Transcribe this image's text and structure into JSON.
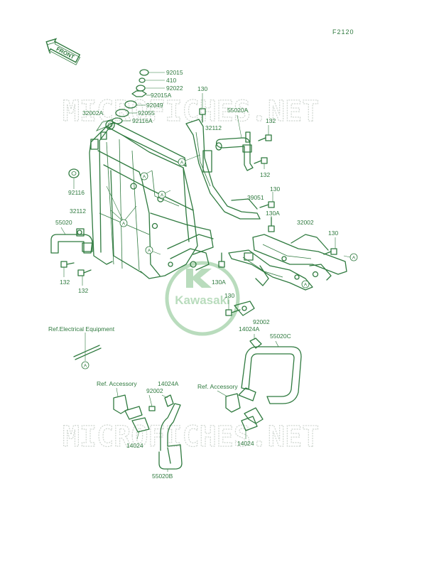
{
  "figure_id": "F2120",
  "front_arrow_label": "FRONT",
  "watermark_text": "MICROFICHES.NET",
  "logo_text": "Kawasaki",
  "colors": {
    "line": "#2f7a3f",
    "watermark": "#cfd6d0",
    "logo_ring": "#b9dcbd"
  },
  "callout_letter": "A",
  "part_labels": {
    "p92015": "92015",
    "p410": "410",
    "p92022": "92022",
    "p92015a": "92015A",
    "p92049": "92049",
    "p92055": "92055",
    "p92116a": "92116A",
    "p32002a": "32002A",
    "p92116": "92116",
    "p130_top": "130",
    "p55020a": "55020A",
    "p32112_top": "32112",
    "p132_top": "132",
    "p132_mid": "132",
    "p39051": "39051",
    "p130_right": "130",
    "p130a_right": "130A",
    "p32002": "32002",
    "p130_far": "130",
    "p32112_left": "32112",
    "p55020": "55020",
    "p132_left1": "132",
    "p132_left2": "132",
    "p130a_center": "130A",
    "p130_center": "130",
    "p92002_center": "92002",
    "p14024a_center": "14024A",
    "p55020c": "55020C",
    "p14024a_lower": "14024A",
    "p92002_lower": "92002",
    "p14024_left": "14024",
    "p55020b": "55020B",
    "p14024_right": "14024"
  },
  "references": {
    "electrical": "Ref.Electrical Equipment",
    "accessory_left": "Ref. Accessory",
    "accessory_right": "Ref. Accessory"
  }
}
